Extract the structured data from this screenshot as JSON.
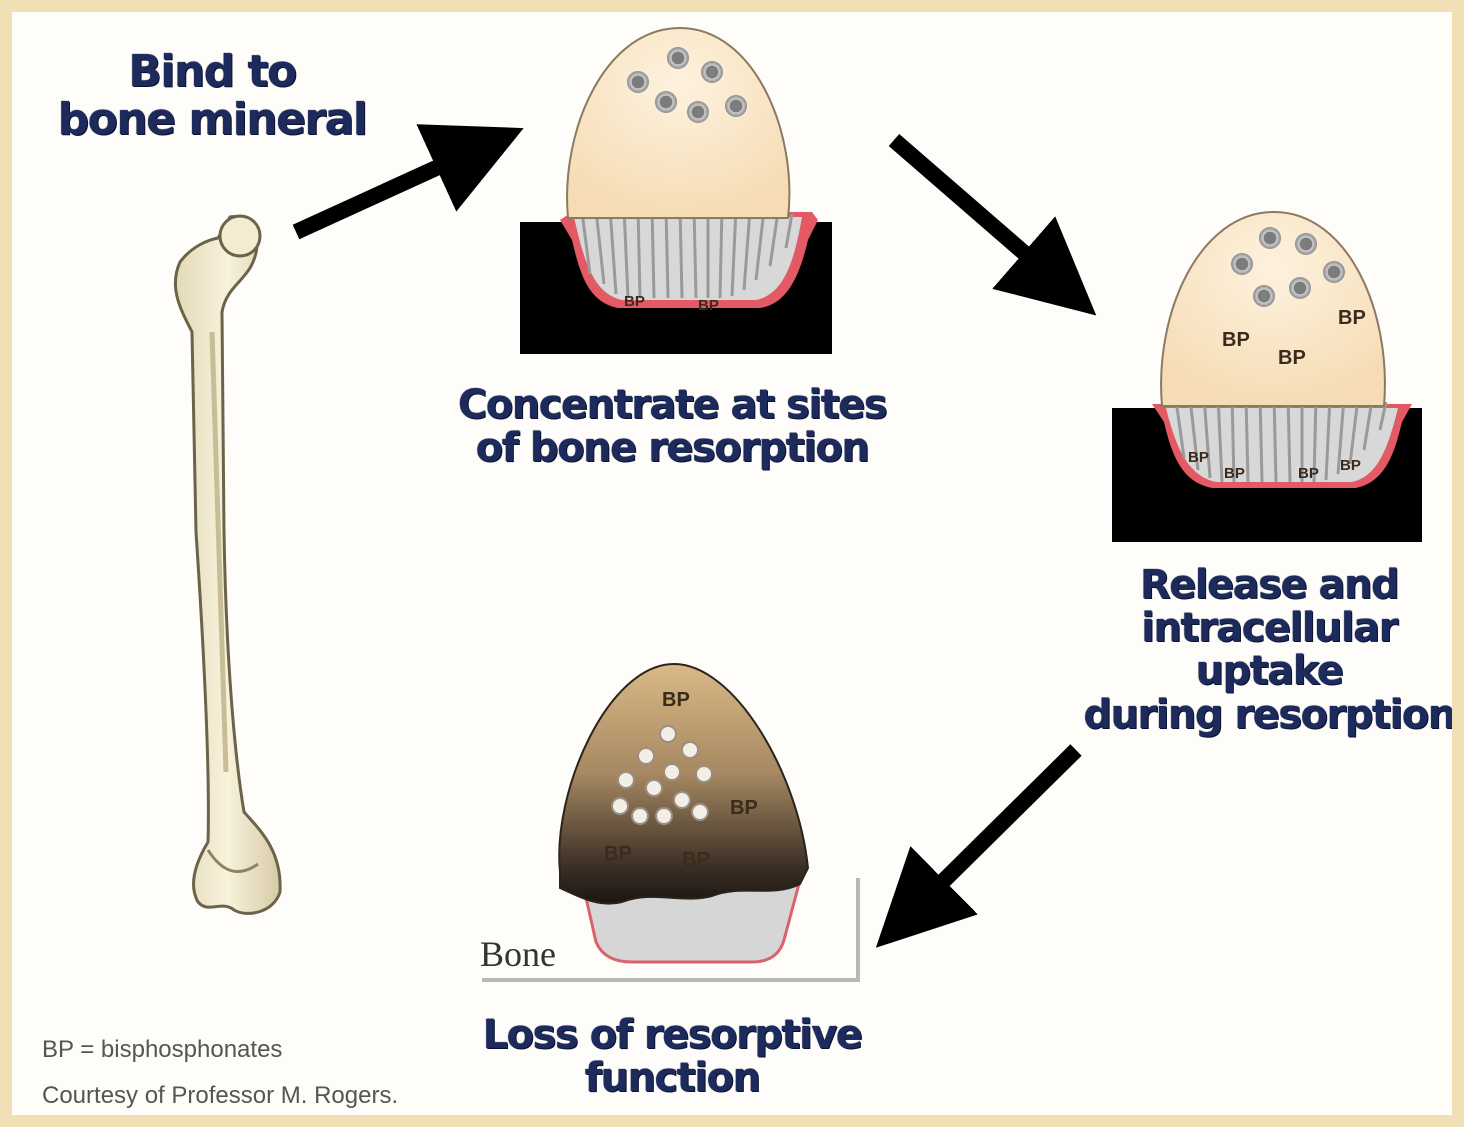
{
  "steps": {
    "bind": "Bind to\nbone mineral",
    "concentrate": "Concentrate at sites\nof bone resorption",
    "release": "Release and\nintracellular uptake\nduring resorption",
    "loss": "Loss of resorptive\nfunction"
  },
  "marker": "BP",
  "bone_label": "Bone",
  "footnotes": {
    "abbreviation": "BP = bisphosphonates",
    "credit": "Courtesy of  Professor M. Rogers."
  },
  "colors": {
    "label_text": "#1c2a5c",
    "cell_body": "#fbe7c8",
    "bone_mineral": "#000000",
    "resorption_zone": "#e35a64",
    "arrow": "#000000"
  },
  "icons": [
    "femur-bone-icon",
    "osteoclast-cell-icon",
    "inactive-osteoclast-icon"
  ]
}
